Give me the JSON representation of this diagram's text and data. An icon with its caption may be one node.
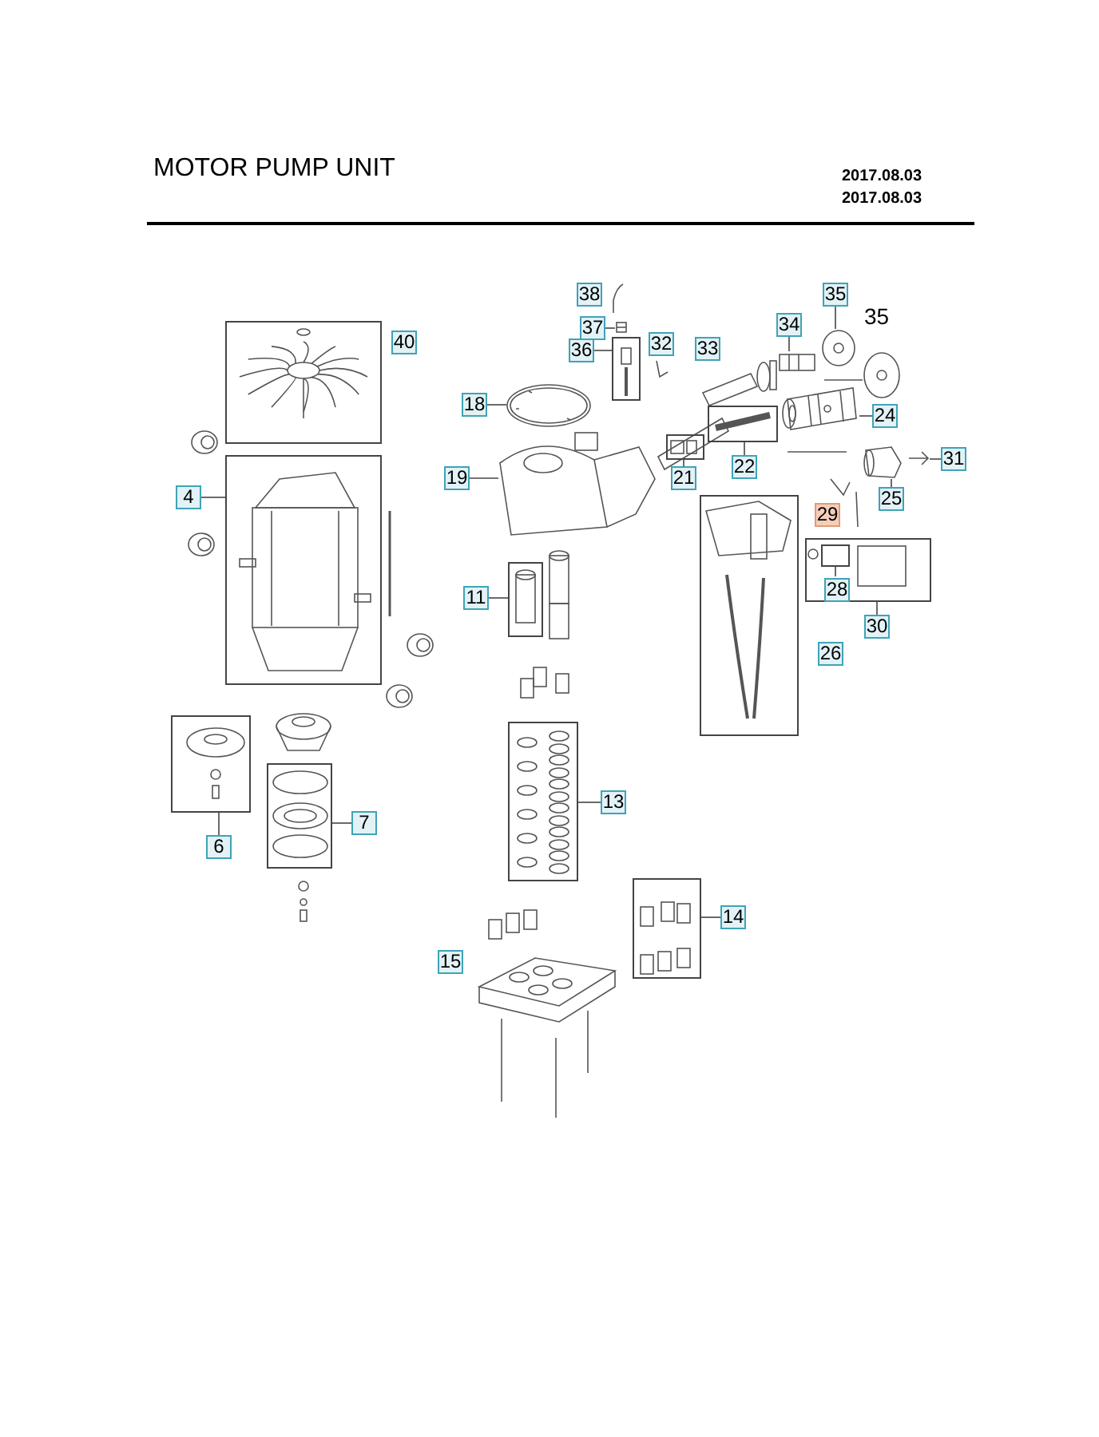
{
  "diagram": {
    "title": "MOTOR PUMP UNIT",
    "nodes": [
      {
        "text": [
          "38"
        ]
      },
      {
        "text": [
          "37"
        ]
      },
      {
        "text": [],
        "shape": "picture"
      },
      {
        "text": [
          "36"
        ]
      },
      {
        "text": [],
        "shape": "box"
      },
      {
        "text": [
          "32"
        ]
      },
      {
        "text": [
          "33"
        ]
      },
      {
        "text": [
          "34"
        ]
      },
      {
        "text": [],
        "shape": "picture"
      },
      {
        "text": [
          "35"
        ]
      },
      {
        "text": [],
        "shape": "picture"
      },
      {
        "text": [
          "40"
        ]
      },
      {
        "text": [
          "18"
        ]
      },
      {
        "text": [],
        "shape": "picture"
      },
      {
        "text": [
          "24"
        ]
      },
      {
        "text": [],
        "shape": "picture"
      },
      {
        "text": [
          "19"
        ]
      },
      {
        "text": [],
        "shape": "picture"
      },
      {
        "text": [
          "21"
        ]
      },
      {
        "text": [],
        "shape": "box"
      },
      {
        "text": [
          "22"
        ]
      },
      {
        "text": [],
        "shape": "box"
      },
      {
        "text": [
          "31"
        ]
      },
      {
        "text": [],
        "shape": "picture"
      },
      {
        "text": [
          "25"
        ]
      },
      {
        "text": [],
        "shape": "picture"
      },
      {
        "text": [
          "29"
        ]
      },
      {
        "text": [
          "4"
        ]
      },
      {
        "text": [],
        "shape": "box"
      },
      {
        "text": [
          "11"
        ]
      },
      {
        "text": [],
        "shape": "box"
      },
      {
        "text": [],
        "shape": "box"
      },
      {
        "text": [],
        "shape": "box",
        "in": 31
      },
      {
        "text": [
          "28"
        ],
        "in": 31
      },
      {
        "text": [
          "30"
        ]
      },
      {
        "text": [
          "26"
        ]
      },
      {
        "text": [
          "13"
        ]
      },
      {
        "text": [],
        "shape": "box"
      },
      {
        "text": [
          "6"
        ]
      },
      {
        "text": [],
        "shape": "box"
      },
      {
        "text": [
          "7"
        ]
      },
      {
        "text": [],
        "shape": "box"
      },
      {
        "text": [
          "14"
        ]
      },
      {
        "text": [],
        "shape": "box"
      },
      {
        "text": [
          "15"
        ]
      }
    ],
    "edges": [
      {
        "from": 1,
        "to": 2,
        "arrow": "none"
      },
      {
        "from": 3,
        "to": 4,
        "arrow": "none"
      },
      {
        "from": 7,
        "to": 8,
        "arrow": "none"
      },
      {
        "from": 9,
        "to": 10,
        "arrow": "none"
      },
      {
        "from": 12,
        "to": 13,
        "arrow": "none"
      },
      {
        "from": 14,
        "to": 15,
        "arrow": "none"
      },
      {
        "from": 16,
        "to": 17,
        "arrow": "none"
      },
      {
        "from": 18,
        "to": 19,
        "arrow": "none"
      },
      {
        "from": 20,
        "to": 21,
        "arrow": "none"
      },
      {
        "from": 22,
        "to": 23,
        "arrow": "none"
      },
      {
        "from": 24,
        "to": 25,
        "arrow": "none"
      },
      {
        "from": 27,
        "to": 28,
        "arrow": "none"
      },
      {
        "from": 29,
        "to": 30,
        "arrow": "none"
      },
      {
        "from": 33,
        "to": 32,
        "arrow": "none"
      },
      {
        "from": 34,
        "to": 31,
        "arrow": "none"
      },
      {
        "from": 36,
        "to": 37,
        "arrow": "none"
      },
      {
        "from": 38,
        "to": 39,
        "arrow": "none"
      },
      {
        "from": 40,
        "to": 41,
        "arrow": "none"
      },
      {
        "from": 42,
        "to": 43,
        "arrow": "none"
      }
    ],
    "labels": [
      "2017.08.03",
      "2017.08.03",
      "35"
    ]
  }
}
